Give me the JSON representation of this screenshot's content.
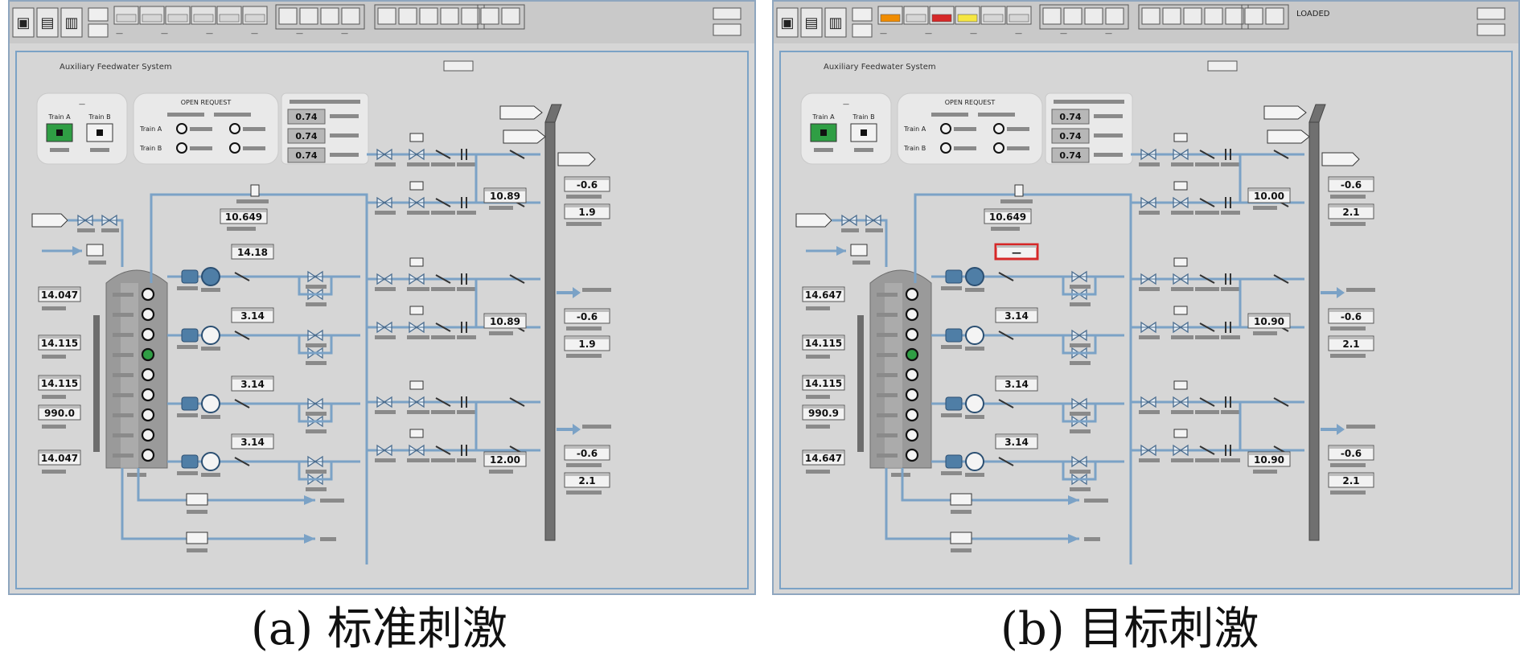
{
  "captions": {
    "a": "(a) 标准刺激",
    "b": "(b) 目标刺激"
  },
  "colors": {
    "background": "#d6d6d6",
    "pipe": "#7ba2c6",
    "pipe_dark": "#5f86ad",
    "tank": "#9a9a9a",
    "ok_green": "#2f9e44",
    "alarm_red": "#d62828",
    "alarm_orange": "#f08c00",
    "alarm_yellow": "#f5e642",
    "frame": "#8ea6bf"
  },
  "panels": [
    {
      "id": "a",
      "header": {
        "icon_glyphs": [
          "▣",
          "▤",
          "▥"
        ],
        "alarm_tiles": [
          "—",
          "—",
          "—",
          "—",
          "—",
          "—"
        ],
        "status_label": "",
        "top_readouts": [
          "—",
          "—",
          "—",
          "—",
          "—",
          "—"
        ]
      },
      "title": "Auxiliary Feedwater System",
      "train_box": {
        "header": "—",
        "train_a": "Train A",
        "train_b": "Train B",
        "a_on": true,
        "b_on": false
      },
      "open_request": {
        "title": "OPEN REQUEST",
        "rows": [
          {
            "label": "Train A",
            "on": [
              false,
              false
            ]
          },
          {
            "label": "Train B",
            "on": [
              false,
              false
            ]
          }
        ]
      },
      "pressure_values": [
        "0.74",
        "0.74",
        "0.74"
      ],
      "flow_top": "10.649",
      "pump_readouts": [
        "14.18",
        "3.14",
        "3.14",
        "3.14"
      ],
      "tank_left": [
        "14.047",
        "14.115",
        "14.115",
        "990.0",
        "14.047"
      ],
      "tank_lights": [
        false,
        false,
        false,
        true,
        false,
        false,
        false,
        false,
        false
      ],
      "flow_right": [
        "10.89",
        "10.89",
        "12.00"
      ],
      "far_right": [
        "-0.6",
        "1.9",
        "-0.6",
        "1.9",
        "-0.6",
        "2.1"
      ],
      "alarm_box_index": -1
    },
    {
      "id": "b",
      "header": {
        "icon_glyphs": [
          "▣",
          "▤",
          "▥"
        ],
        "alarm_tiles": [
          "—",
          "—",
          "—",
          "—",
          "—",
          "—"
        ],
        "alarm_colors": [
          "#f08c00",
          "#d6d6d6",
          "#d62828",
          "#f5e642",
          "#d6d6d6",
          "#d6d6d6"
        ],
        "status_label": "LOADED",
        "top_readouts": [
          "—",
          "—",
          "—",
          "—",
          "—",
          "—"
        ]
      },
      "title": "Auxiliary Feedwater System",
      "train_box": {
        "header": "—",
        "train_a": "Train A",
        "train_b": "Train B",
        "a_on": true,
        "b_on": false
      },
      "open_request": {
        "title": "OPEN REQUEST",
        "rows": [
          {
            "label": "Train A",
            "on": [
              false,
              false
            ]
          },
          {
            "label": "Train B",
            "on": [
              false,
              false
            ]
          }
        ]
      },
      "pressure_values": [
        "0.74",
        "0.74",
        "0.74"
      ],
      "flow_top": "10.649",
      "pump_readouts": [
        "—",
        "3.14",
        "3.14",
        "3.14"
      ],
      "tank_left": [
        "14.647",
        "14.115",
        "14.115",
        "990.9",
        "14.647"
      ],
      "tank_lights": [
        false,
        false,
        false,
        true,
        false,
        false,
        false,
        false,
        false
      ],
      "flow_right": [
        "10.00",
        "10.90",
        "10.90"
      ],
      "far_right": [
        "-0.6",
        "2.1",
        "-0.6",
        "2.1",
        "-0.6",
        "2.1"
      ],
      "alarm_box_index": 0
    }
  ]
}
